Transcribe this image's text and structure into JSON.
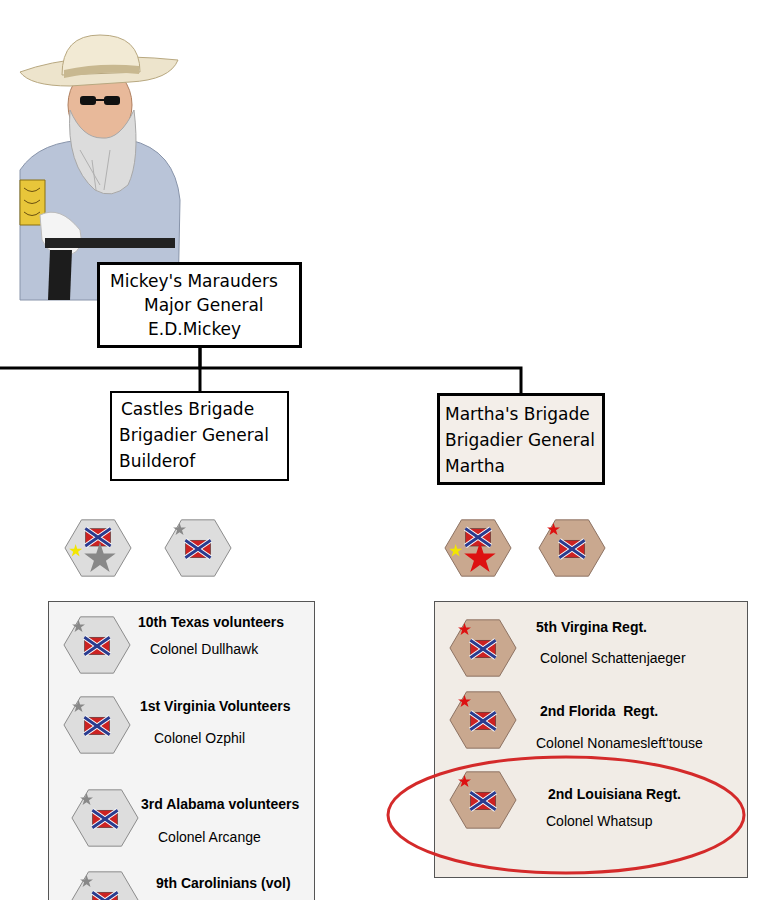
{
  "diagram": {
    "nodes": [
      {
        "text": [
          "Mickey's Marauders",
          "Major General",
          "E.D.Mickey"
        ]
      },
      {
        "text": [
          "Castles Brigade",
          "Brigadier General",
          "Builderof"
        ]
      },
      {
        "text": [
          "Martha's Brigade",
          "Brigadier General",
          "Martha"
        ]
      },
      {
        "text": [
          "10th Texas volunteers",
          "Colonel Dullhawk",
          "1st Virginia Volunteers",
          "Colonel Ozphil",
          "3rd Alabama volunteers",
          "Colonel Arcange",
          "9th Carolinians (vol)"
        ]
      },
      {
        "text": [
          "5th Virgina Regt.",
          "Colonel Schattenjaeger",
          "2nd Florida  Regt.",
          "Colonel Nonamesleft'touse"
        ]
      },
      {
        "text": [
          "2nd Louisiana Regt.",
          "Colonel Whatsup"
        ],
        "in": 4
      }
    ],
    "edges": [
      {
        "from": 0,
        "to": 1,
        "arrow": "none"
      },
      {
        "from": 0,
        "to": 2,
        "arrow": "none"
      }
    ]
  }
}
